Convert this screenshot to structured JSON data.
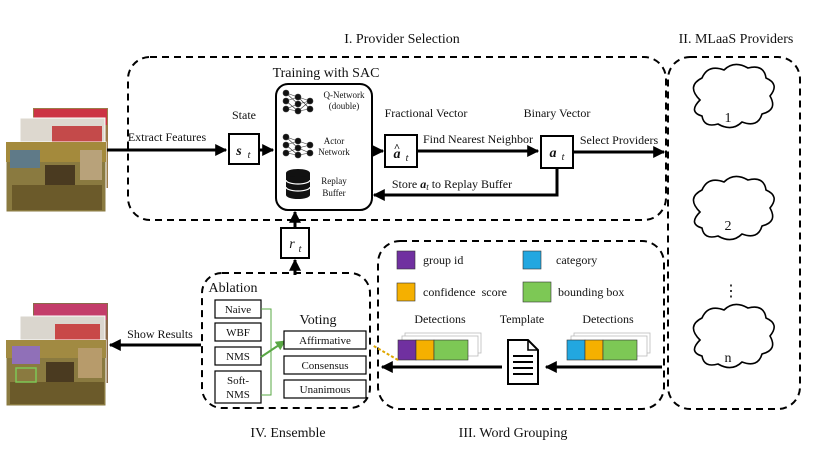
{
  "sections": {
    "provider_selection": "I. Provider Selection",
    "mlaas_providers": "II. MLaaS Providers",
    "word_grouping": "III. Word Grouping",
    "ensemble": "IV. Ensemble"
  },
  "sac": {
    "title": "Training with SAC",
    "qnet_line1": "Q-Network",
    "qnet_line2": "(double)",
    "actor_line1": "Actor",
    "actor_line2": "Network",
    "replay_line1": "Replay",
    "replay_line2": "Buffer"
  },
  "labels": {
    "state": "State",
    "extract_features": "Extract Features",
    "fractional_vector": "Fractional Vector",
    "find_nearest": "Find Nearest Neighbor",
    "binary_vector": "Binary Vector",
    "select_providers": "Select Providers",
    "store_prefix": "Store",
    "store_suffix": "to Replay Buffer",
    "show_results": "Show Results"
  },
  "symbols": {
    "s": "s",
    "t": "t",
    "a": "a",
    "r": "r",
    "hat": "^"
  },
  "providers": [
    "1",
    "2",
    "⋮",
    "n"
  ],
  "legend": [
    {
      "label": "group id",
      "color": "#7030a0"
    },
    {
      "label": "category",
      "color": "#22a7e0"
    },
    {
      "label": "confidence  score",
      "color": "#f5b000"
    },
    {
      "label": "bounding box",
      "color": "#7dc855"
    }
  ],
  "grouping": {
    "detections_left": "Detections",
    "template": "Template",
    "detections_right": "Detections"
  },
  "ensemble": {
    "ablation": "Ablation",
    "methods": [
      "Naive",
      "WBF",
      "NMS",
      "Soft-",
      "NMS"
    ],
    "voting_title": "Voting",
    "voting": [
      "Affirmative",
      "Consensus",
      "Unanimous"
    ]
  }
}
